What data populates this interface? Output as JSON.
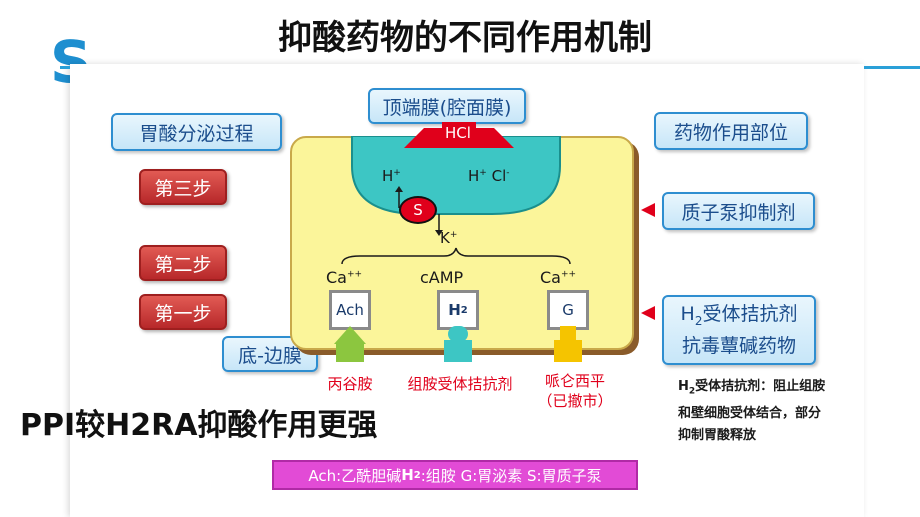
{
  "title": "抑酸药物的不同作用机制",
  "left_letter": "S",
  "labels": {
    "apical": "顶端膜(腔面膜)",
    "secretion": "胃酸分泌过程",
    "site": "药物作用部位",
    "step3": "第三步",
    "step2": "第二步",
    "step1": "第一步",
    "basal": "底-边膜",
    "ppi": "质子泵抑制剂",
    "h2_line1_pre": "H",
    "h2_line1_sub": "2",
    "h2_line1_post": "受体拮抗剂",
    "h2_line2": "抗毒蕈碱药物"
  },
  "cell": {
    "hcl": "HCl",
    "h_plus": "H",
    "h_plus_sup": "+",
    "hcl_ions": "H",
    "hcl_ions_sup": "+",
    "hcl_ions_cl": " Cl",
    "hcl_ions_cl_sup": "-",
    "pump": "S",
    "k_plus": "K",
    "k_plus_sup": "+",
    "ca_left": "Ca",
    "ca_left_sup": "++",
    "camp": "cAMP",
    "ca_right": "Ca",
    "ca_right_sup": "++",
    "rec_ach": "Ach",
    "rec_h2": "H",
    "rec_h2_sub": "2",
    "rec_g": "G"
  },
  "drugs": {
    "left": "丙谷胺",
    "middle": "组胺受体拮抗剂",
    "right_line1": "哌仑西平",
    "right_line2": "（已撤市）"
  },
  "note": {
    "h": "H",
    "sub": "2",
    "rest": "受体拮抗剂：阻止组胺和壁细胞受体结合，部分抑制胃酸释放"
  },
  "headline": "PPI较H2RA抑酸作用更强",
  "legend": {
    "part1": "Ach:乙酰胆碱 ",
    "h": "H",
    "sub": "2",
    "part2": " :组胺  G:胃泌素  S:胃质子泵"
  },
  "colors": {
    "accent": "#2aa0d8",
    "cell_fill": "#fbf59a",
    "lumen": "#3dc6c4",
    "pump": "#e0001b",
    "drug_text": "#e0001b",
    "legend_fill": "#e24bd6"
  }
}
